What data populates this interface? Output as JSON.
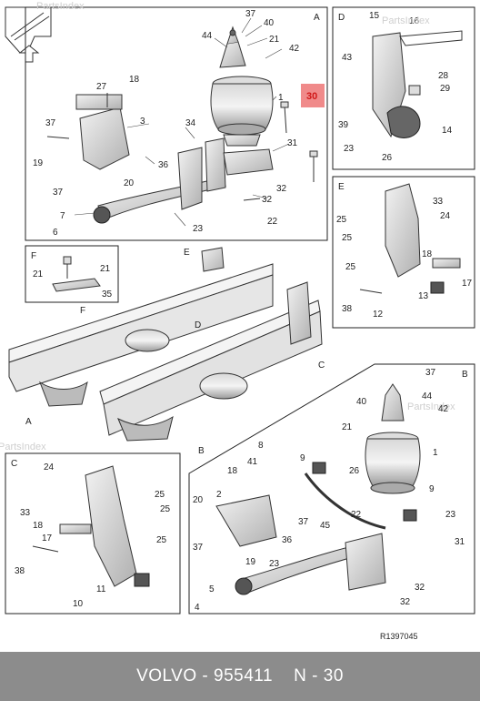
{
  "footer": {
    "brand": "VOLVO",
    "sep": " - ",
    "part_number": "955411",
    "position": "N - 30"
  },
  "reference": "R1397045",
  "watermark": "PartsIndex",
  "highlight": {
    "label": "30",
    "color": "#f08a8a",
    "text_color": "#d01818"
  },
  "panels": {
    "A": {
      "label": "A",
      "numbers": [
        "37",
        "40",
        "44",
        "21",
        "42",
        "1",
        "30",
        "27",
        "18",
        "3",
        "34",
        "37",
        "19",
        "36",
        "31",
        "20",
        "37",
        "32",
        "32",
        "7",
        "6",
        "23",
        "22"
      ]
    },
    "D": {
      "label": "D",
      "numbers": [
        "15",
        "16",
        "43",
        "28",
        "29",
        "39",
        "14",
        "23",
        "26"
      ]
    },
    "E": {
      "label": "E",
      "numbers": [
        "33",
        "24",
        "25",
        "25",
        "18",
        "25",
        "17",
        "13",
        "38",
        "12"
      ]
    },
    "F": {
      "label": "F",
      "numbers": [
        "21",
        "21",
        "35"
      ]
    },
    "C": {
      "label": "C",
      "numbers": [
        "24",
        "33",
        "25",
        "25",
        "18",
        "17",
        "25",
        "38",
        "11",
        "10"
      ]
    },
    "B": {
      "label": "B",
      "numbers": [
        "37",
        "40",
        "44",
        "42",
        "21",
        "1",
        "8",
        "9",
        "41",
        "26",
        "18",
        "2",
        "20",
        "9",
        "37",
        "45",
        "22",
        "23",
        "36",
        "31",
        "37",
        "19",
        "23",
        "5",
        "32",
        "4",
        "32"
      ]
    }
  },
  "overview_labels": [
    "E",
    "D",
    "F",
    "A",
    "B",
    "C"
  ]
}
